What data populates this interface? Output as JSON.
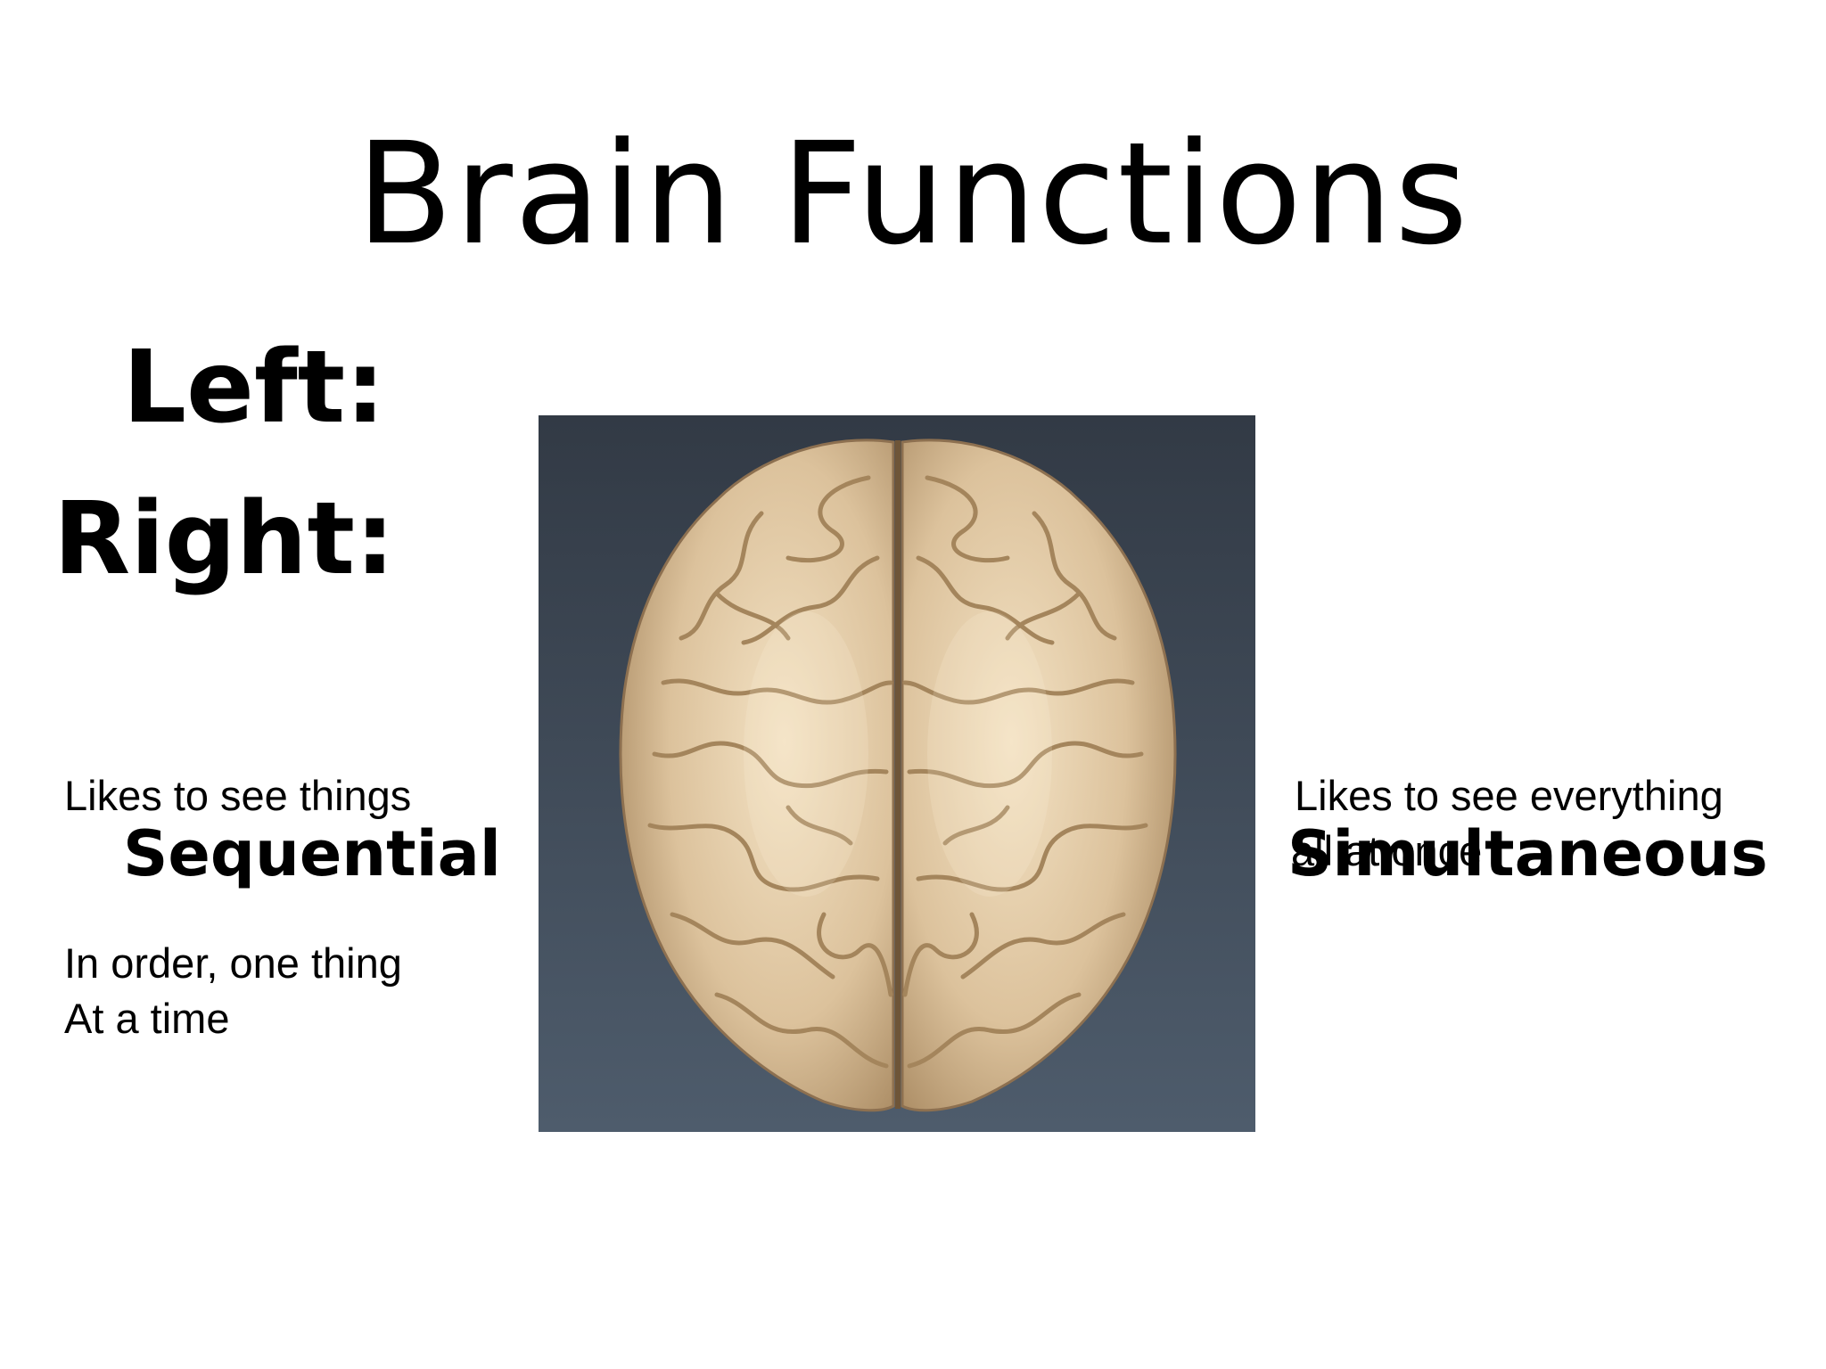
{
  "slide": {
    "title": "Brain Functions",
    "left_label": "Left:",
    "right_label": "Right:",
    "left_column": {
      "intro": "Likes to see things",
      "term": "Sequential",
      "desc_line1": "In order, one thing",
      "desc_line2": "At a time"
    },
    "right_column": {
      "intro": "Likes to see everything",
      "overlap": "all at once",
      "term": "Simultaneous"
    }
  },
  "image": {
    "background_top": "#323a45",
    "background_bottom": "#4e5c6c",
    "brain_color": "#dcc29c",
    "brain_highlight": "#f3e2c4",
    "brain_shadow": "#a98a62"
  }
}
